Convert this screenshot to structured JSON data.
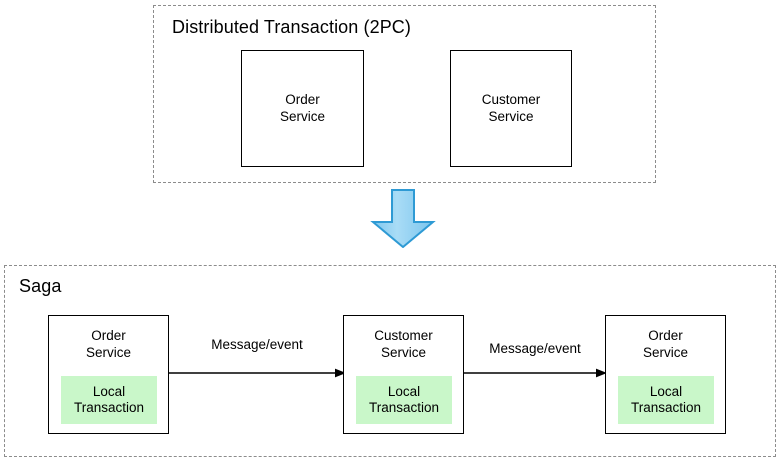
{
  "diagram": {
    "title_2pc": "Distributed Transaction (2PC)",
    "title_saga": "Saga",
    "groups": [
      {
        "name": "distributed-transaction-2pc",
        "label": "Distributed Transaction (2PC)",
        "services": [
          {
            "name": "order-service",
            "label": "Order\nService"
          },
          {
            "name": "customer-service",
            "label": "Customer\nService"
          }
        ]
      },
      {
        "name": "saga",
        "label": "Saga",
        "services": [
          {
            "name": "order-service",
            "label": "Order\nService",
            "local_transaction": "Local\nTransaction"
          },
          {
            "name": "customer-service",
            "label": "Customer\nService",
            "local_transaction": "Local\nTransaction"
          },
          {
            "name": "order-service",
            "label": "Order\nService",
            "local_transaction": "Local\nTransaction"
          }
        ],
        "connectors": [
          {
            "name": "message-event-1",
            "label": "Message/event"
          },
          {
            "name": "message-event-2",
            "label": "Message/event"
          }
        ]
      }
    ],
    "transition_arrow": {
      "name": "down-arrow",
      "direction": "down",
      "fill": "#97d3f0",
      "stroke": "#2e9ad4"
    },
    "colors": {
      "local_transaction_fill": "#c9f7c9",
      "box_stroke": "#000000",
      "group_stroke": "#8c8c8c",
      "background": "#ffffff"
    }
  }
}
